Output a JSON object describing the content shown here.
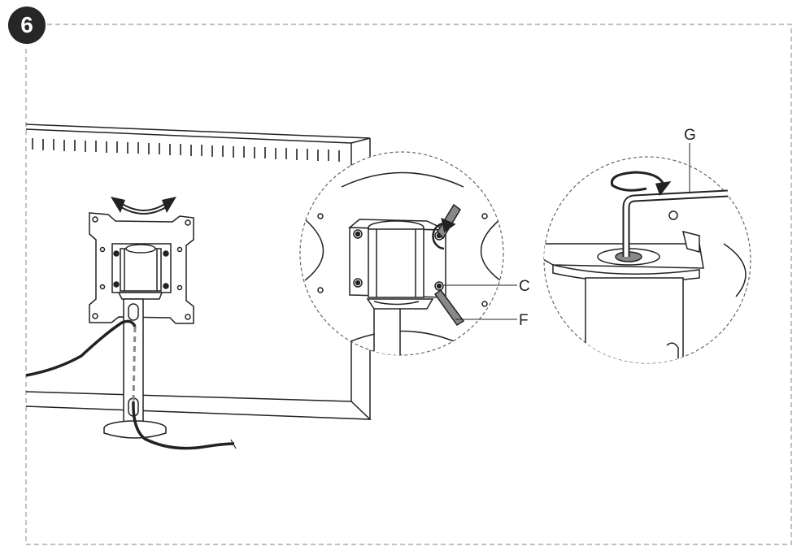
{
  "step": {
    "number": "6"
  },
  "callouts": {
    "c": "C",
    "f": "F",
    "g": "G"
  },
  "colors": {
    "line": "#222222",
    "badge": "#262626",
    "dash": "#9a9a9a"
  }
}
